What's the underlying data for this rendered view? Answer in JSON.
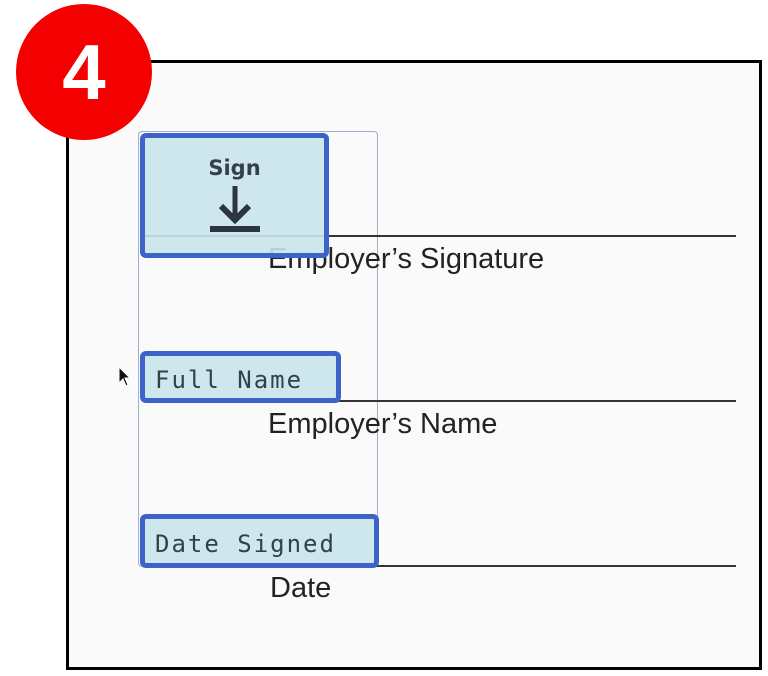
{
  "step_badge": "4",
  "fields": {
    "sign_label": "Sign",
    "sign_icon": "download-arrow-icon",
    "full_name": "Full Name",
    "date_signed": "Date Signed"
  },
  "document": {
    "signature_label": "Employer’s Signature",
    "name_label": "Employer’s Name",
    "date_label": "Date"
  },
  "colors": {
    "badge": "#f40000",
    "field_border": "#3d62c8",
    "field_fill": "#c8e4ea"
  }
}
